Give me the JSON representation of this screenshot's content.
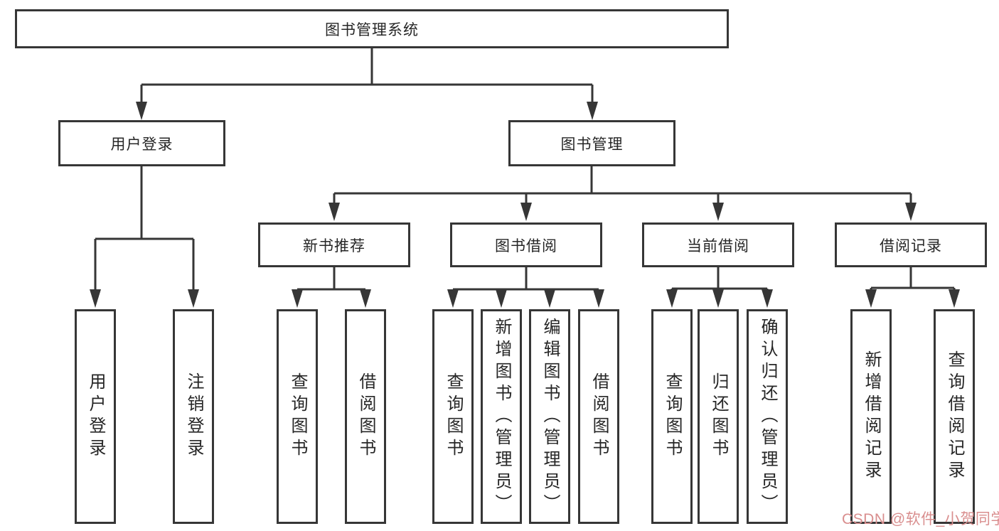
{
  "diagram": {
    "title": "图书管理系统",
    "nodes": {
      "root": "图书管理系统",
      "userLogin": "用户登录",
      "bookMgmt": "图书管理",
      "newBookRec": "新书推荐",
      "bookBorrow": "图书借阅",
      "currentBorrow": "当前借阅",
      "borrowRecords": "借阅记录",
      "leafUserLogin": "用户登录",
      "leafLogout": "注销登录",
      "leafQueryBooks1": "查询图书",
      "leafBorrowBooks1": "借阅图书",
      "leafQueryBooks2": "查询图书",
      "leafAddBooks": "新增图书（管理员）",
      "leafEditBooks": "编辑图书（管理员）",
      "leafBorrowBooks2": "借阅图书",
      "leafQueryBooks3": "查询图书",
      "leafReturnBooks": "归还图书",
      "leafConfirmReturn": "确认归还（管理员）",
      "leafAddRecord": "新增借阅记录",
      "leafQueryRecord": "查询借阅记录"
    },
    "watermark": "CSDN @软件_小贺同学",
    "colors": {
      "line": "#363636",
      "box_border": "#363636",
      "text": "#262626",
      "watermark": "#d98e8e",
      "background": "#ffffff"
    }
  }
}
